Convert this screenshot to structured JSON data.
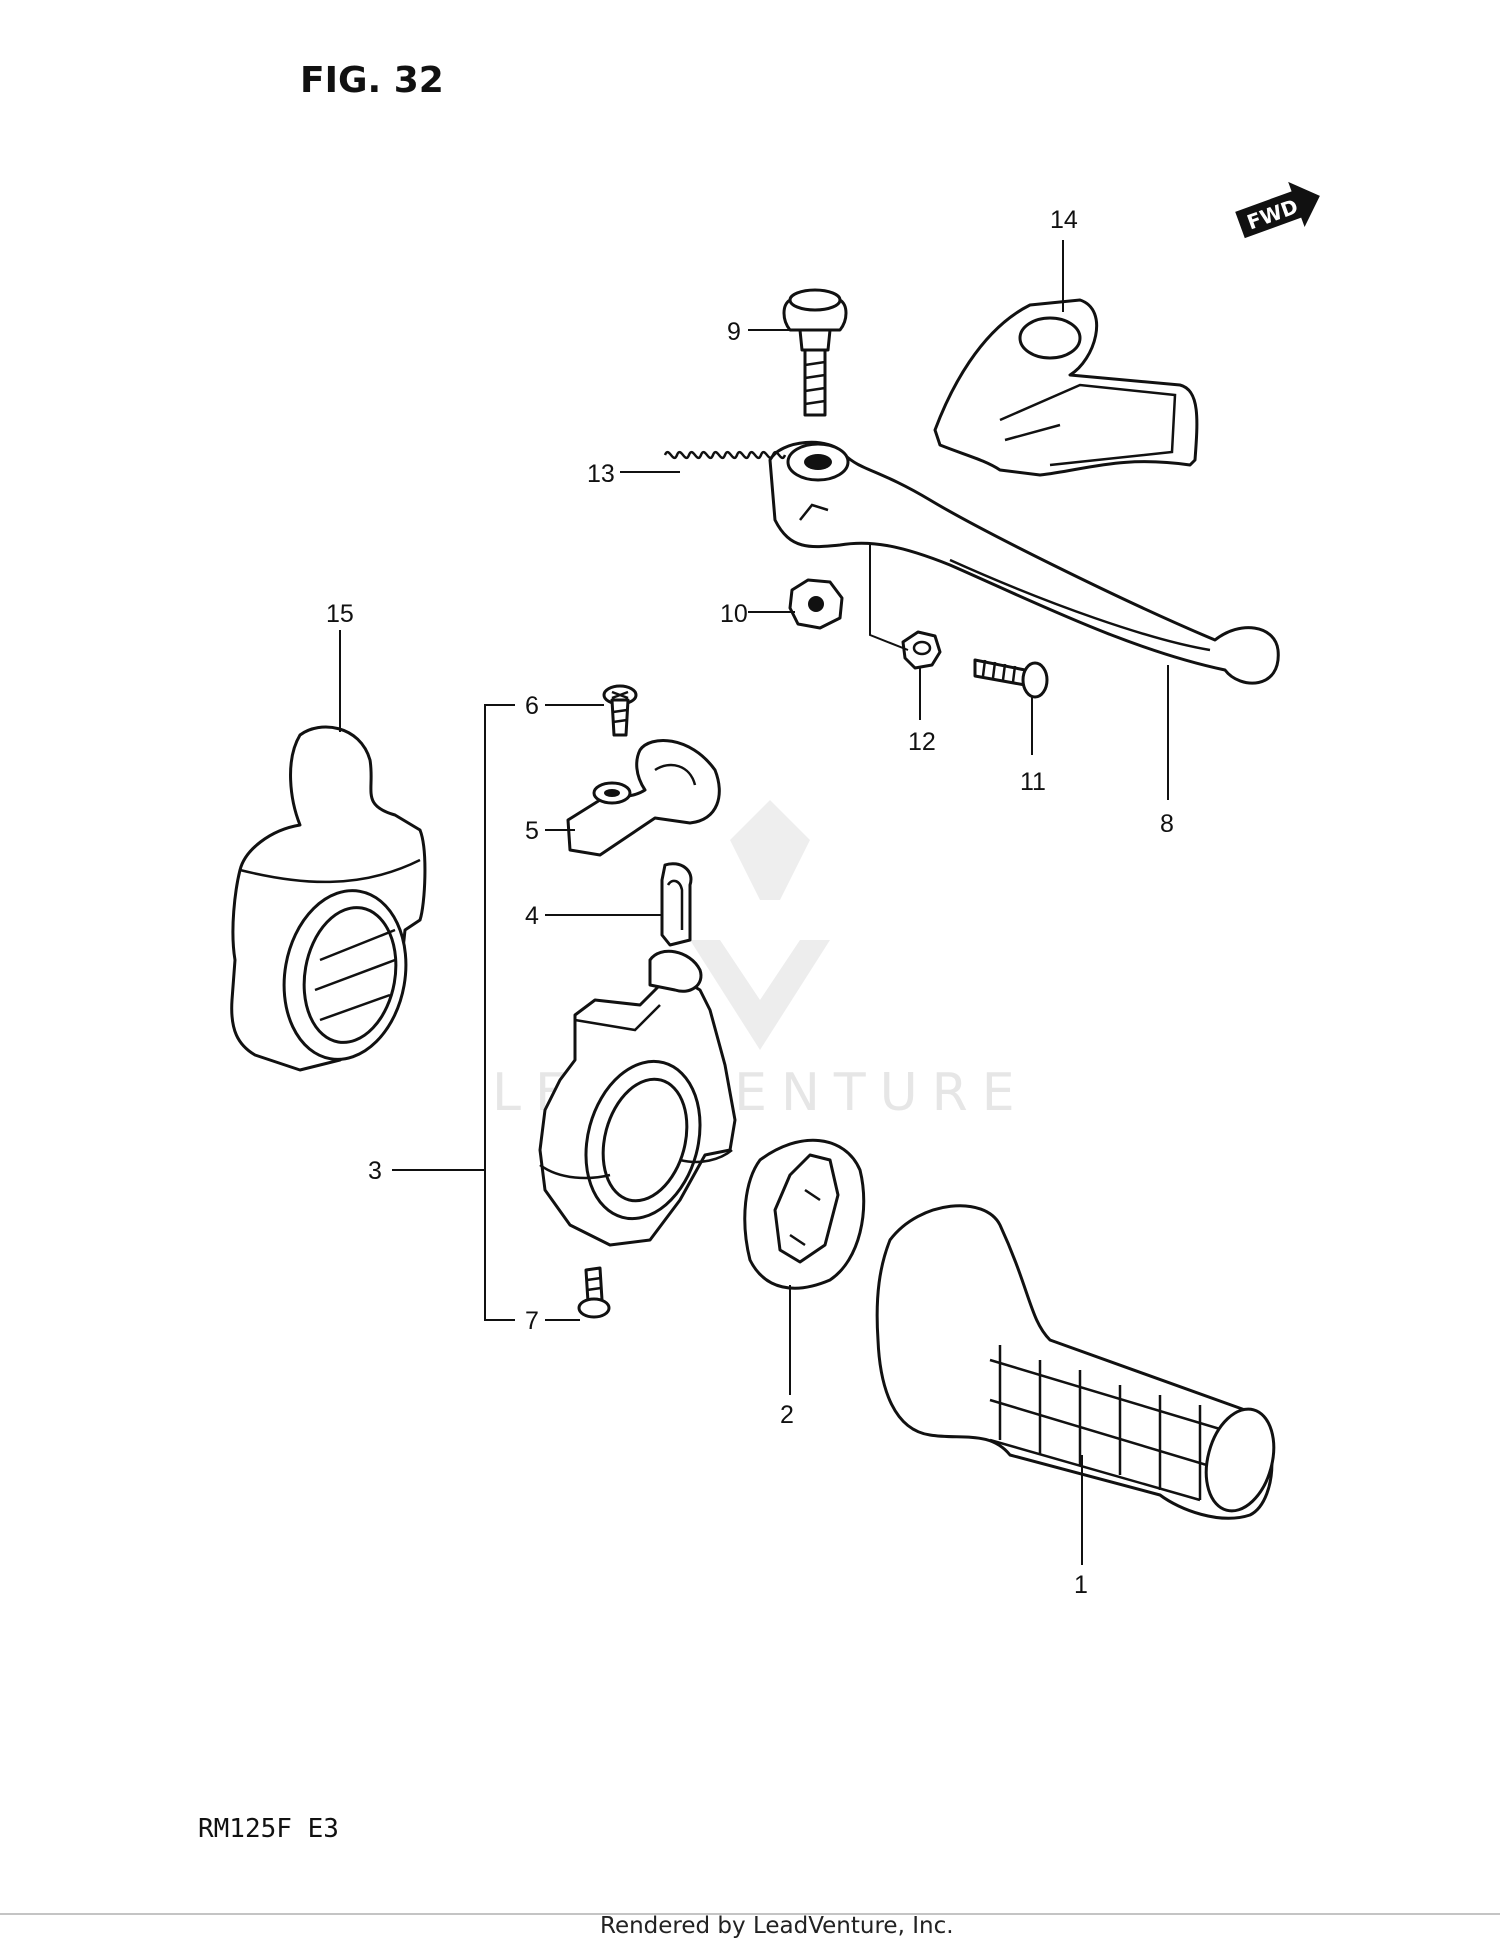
{
  "figure": {
    "title": "FIG. 32",
    "model": "RM125F E3",
    "footer": "Rendered by LeadVenture, Inc.",
    "watermark": "LEADVENTURE",
    "direction_tag": "FWD"
  },
  "callouts": [
    "1",
    "2",
    "3",
    "4",
    "5",
    "6",
    "7",
    "8",
    "9",
    "10",
    "11",
    "12",
    "13",
    "14",
    "15"
  ]
}
